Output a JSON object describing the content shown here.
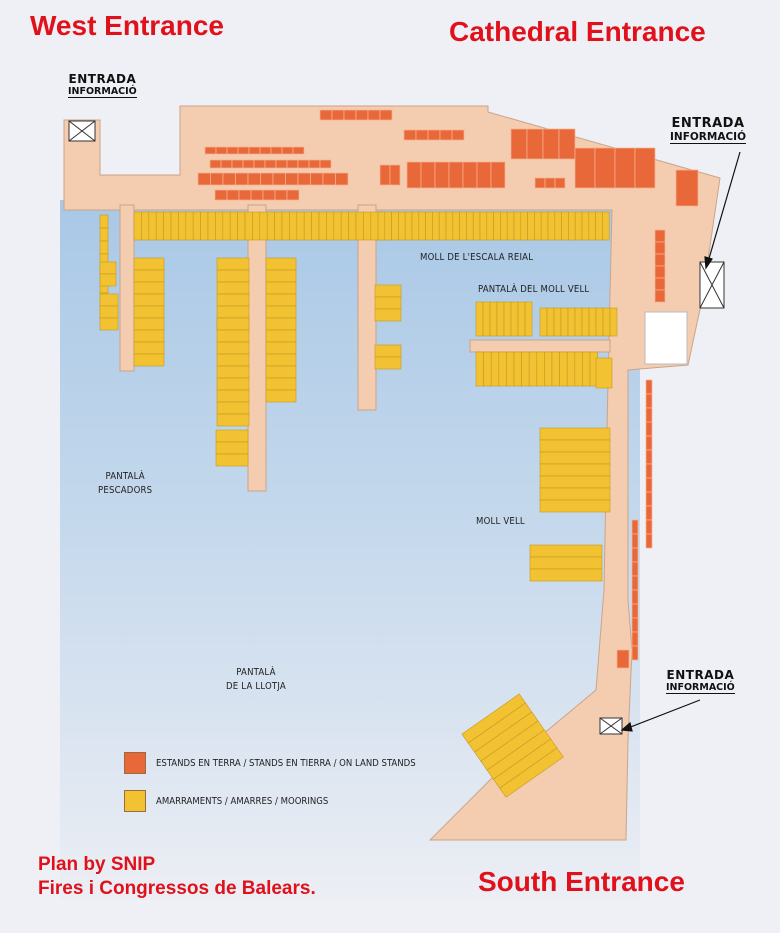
{
  "headings": {
    "west": "West Entrance",
    "cathedral": "Cathedral Entrance",
    "south": "South Entrance"
  },
  "credit": {
    "line1": "Plan by SNIP",
    "line2": "Fires i Congressos de Balears."
  },
  "entrances": {
    "west": {
      "title": "ENTRADA",
      "sub": "INFORMACIÓ"
    },
    "east": {
      "title": "ENTRADA",
      "sub": "INFORMACIÓ"
    },
    "south": {
      "title": "ENTRADA",
      "sub": "INFORMACIÓ"
    }
  },
  "places": {
    "moll_escala_reial": "MOLL DE L'ESCALA REIAL",
    "pantala_moll_vell": "PANTALÀ DEL MOLL VELL",
    "pantala_pescadors_1": "PANTALÀ",
    "pantala_pescadors_2": "PESCADORS",
    "moll_vell": "MOLL VELL",
    "pantala_llotja_1": "PANTALÀ",
    "pantala_llotja_2": "DE LA LLOTJA"
  },
  "legend": {
    "land_stands": "ESTANDS EN TERRA / STANDS EN TIERRA / ON LAND STANDS",
    "moorings": "AMARRAMENTS / AMARRES / MOORINGS"
  },
  "colors": {
    "water_top": "#a9c8e6",
    "water_bottom": "#e9edf4",
    "quay": "#f4ccb0",
    "quay_edge": "#c9a58a",
    "land_stand": "#e9683a",
    "mooring": "#f2c233",
    "heading": "#e0111b"
  }
}
